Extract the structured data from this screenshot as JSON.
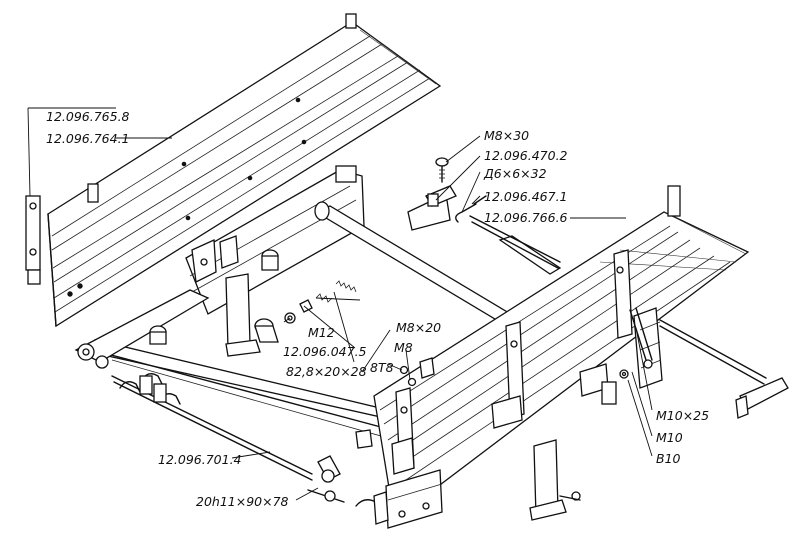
{
  "labels": [
    {
      "id": "lbl-1",
      "text": "12.096.765.8"
    },
    {
      "id": "lbl-2",
      "text": "12.096.764.1"
    },
    {
      "id": "lbl-3",
      "text": "М8×30"
    },
    {
      "id": "lbl-4",
      "text": "12.096.470.2"
    },
    {
      "id": "lbl-5",
      "text": "Д6×6×32"
    },
    {
      "id": "lbl-6",
      "text": "12.096.467.1"
    },
    {
      "id": "lbl-7",
      "text": "12.096.766.6"
    },
    {
      "id": "lbl-8",
      "text": "М8×20"
    },
    {
      "id": "lbl-9",
      "text": "М8"
    },
    {
      "id": "lbl-10",
      "text": "8Т8"
    },
    {
      "id": "lbl-11",
      "text": "М12"
    },
    {
      "id": "lbl-12",
      "text": "12.096.047.5"
    },
    {
      "id": "lbl-13",
      "text": "82,8×20×28"
    },
    {
      "id": "lbl-14",
      "text": "М10×25"
    },
    {
      "id": "lbl-15",
      "text": "М10"
    },
    {
      "id": "lbl-16",
      "text": "В10"
    },
    {
      "id": "lbl-17",
      "text": "12.096.701.4"
    },
    {
      "id": "lbl-18",
      "text": "20h11×90×78"
    }
  ]
}
